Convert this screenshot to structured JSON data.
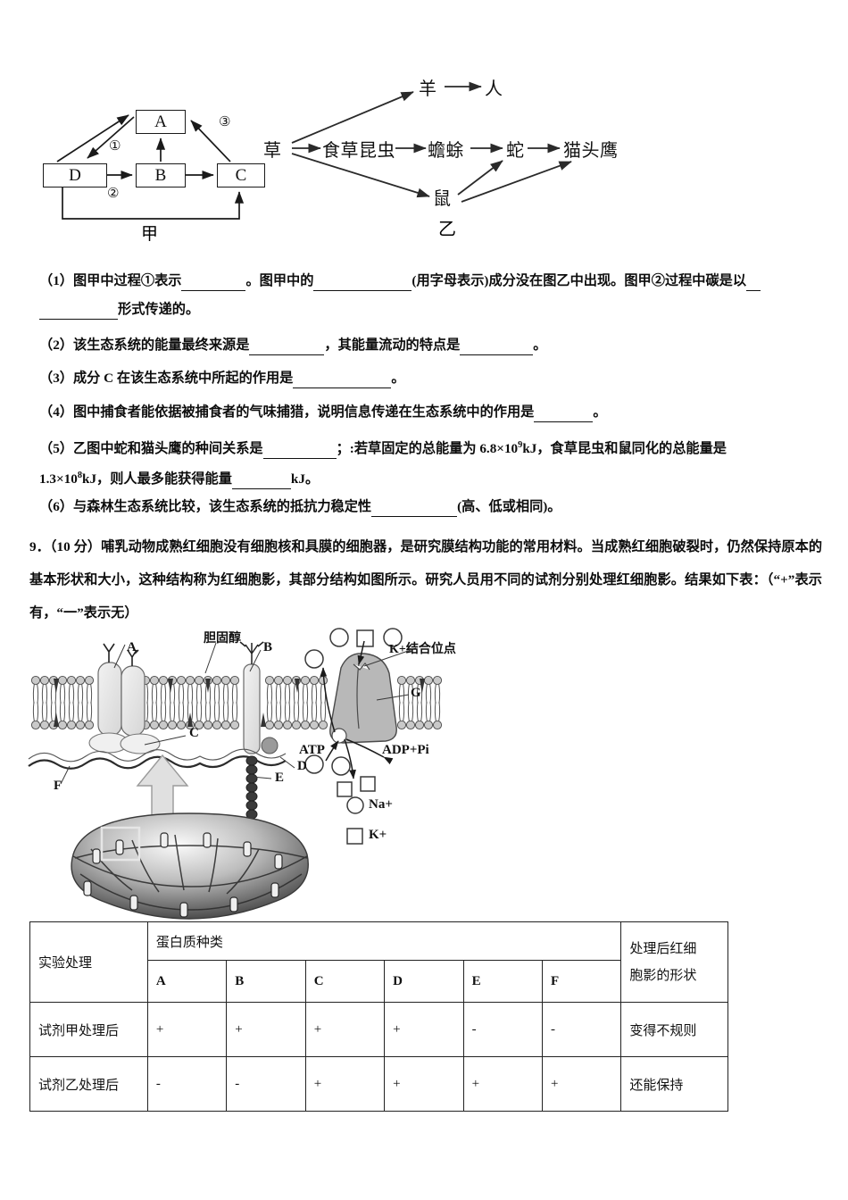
{
  "figure_jia": {
    "caption": "甲",
    "boxes": [
      {
        "id": "A",
        "label": "A"
      },
      {
        "id": "B",
        "label": "B"
      },
      {
        "id": "C",
        "label": "C"
      },
      {
        "id": "D",
        "label": "D"
      }
    ],
    "process_numbers": [
      "①",
      "②",
      "③"
    ]
  },
  "figure_yi": {
    "caption": "乙",
    "nodes": {
      "grass": "草",
      "herbivorous_insect": "食草昆虫",
      "toad": "蟾蜍",
      "snake": "蛇",
      "owl": "猫头鹰",
      "sheep": "羊",
      "human": "人",
      "mouse": "鼠"
    }
  },
  "questions": {
    "q1_a": "（1）图甲中过程①表示",
    "q1_b": "。图甲中的",
    "q1_c": "(用字母表示)成分没在图乙中出现。图甲②过程中碳是以",
    "q1_d": "形式传递的。",
    "q2_a": "（2）该生态系统的能量最终来源是",
    "q2_b": "，其能量流动的特点是",
    "q2_c": "。",
    "q3_a": "（3）成分 C 在该生态系统中所起的作用是",
    "q3_b": "。",
    "q4_a": "（4）图中捕食者能依据被捕食者的气味捕猎，说明信息传递在生态系统中的作用是",
    "q4_b": "。",
    "q5_a": "（5）乙图中蛇和猫头鹰的种间关系是",
    "q5_b": "；:若草固定的总能量为 6.8×10",
    "q5_sup1": "9",
    "q5_c": "kJ，食草昆虫和鼠同化的总能量是",
    "q5_d": "1.3×10",
    "q5_sup2": "8",
    "q5_e": "kJ，则人最多能获得能量",
    "q5_f": "kJ。",
    "q6_a": "（6）与森林生态系统比较，该生态系统的抵抗力稳定性",
    "q6_b": "(高、低或相同)。"
  },
  "question9": {
    "number": "9．",
    "score": "（10 分）",
    "body": "哺乳动物成熟红细胞没有细胞核和具膜的细胞器，是研究膜结构功能的常用材料。当成熟红细胞破裂时，仍然保持原本的基本形状和大小，这种结构称为红细胞影，其部分结构如图所示。研究人员用不同的试剂分别处理红细胞影。结果如下表：（“+”表示有，“一”表示无）"
  },
  "membrane_figure": {
    "labels": {
      "A": "A",
      "B": "B",
      "C": "C",
      "D": "D",
      "E": "E",
      "F": "F",
      "G": "G",
      "cholesterol": "胆固醇",
      "k_binding_site": "K+结合位点",
      "atp": "ATP",
      "adp_pi": "ADP+Pi"
    },
    "legend": [
      {
        "symbol": "circle",
        "label": "Na+"
      },
      {
        "symbol": "square",
        "label": "K+"
      }
    ]
  },
  "table": {
    "header_experiment": "实验处理",
    "header_protein_types": "蛋白质种类",
    "header_shape": "处理后红细胞影的形状",
    "header_shape_line1": "处理后红细",
    "header_shape_line2": "胞影的形状",
    "protein_columns": [
      "A",
      "B",
      "C",
      "D",
      "E",
      "F"
    ],
    "rows": [
      {
        "label": "试剂甲处理后",
        "values": [
          "+",
          "+",
          "+",
          "+",
          "-",
          "-"
        ],
        "shape": "变得不规则"
      },
      {
        "label": "试剂乙处理后",
        "values": [
          "-",
          "-",
          "+",
          "+",
          "+",
          "+"
        ],
        "shape": "还能保持"
      }
    ]
  }
}
